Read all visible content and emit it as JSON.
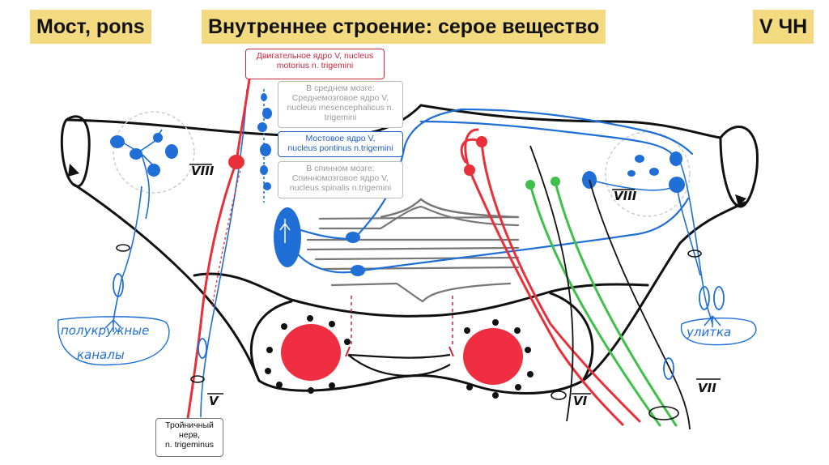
{
  "header": {
    "title": "Мост, pons",
    "subtitle": "Внутреннее строение: серое вещество",
    "badge": "V ЧН"
  },
  "callouts": {
    "motor_line1": "Двигательное ядро V, nucleus",
    "motor_line2": "motorius n. trigemini",
    "mesen_line1": "В среднем мозге:",
    "mesen_line2": "Среднемозговое ядро V,",
    "mesen_line3": "nucleus mesencephalicus n.",
    "mesen_line4": "trigemini",
    "pont_line1": "Мостовое ядро V,",
    "pont_line2": "nucleus pontinus n.trigemini",
    "spinal_line1": "В спинном мозге:",
    "spinal_line2": "Спинномозговое ядро V,",
    "spinal_line3": "nucleus spinalis n.trigemini",
    "trig_line1": "Тройничный",
    "trig_line2": "нерв,",
    "trig_line3": "n. trigeminus"
  },
  "handwritten": {
    "canals_1": "полукружные",
    "canals_2": "каналы",
    "cochlea": "улитка",
    "n5": "V",
    "n6": "VI",
    "n7": "VII",
    "n8_left": "VIII",
    "n8_right": "VIII"
  },
  "colors": {
    "header_bg": "#f3da80",
    "motor": "#e8303a",
    "sensory": "#1f6fd6",
    "facial_green": "#3fc04a",
    "outline": "#111111"
  }
}
